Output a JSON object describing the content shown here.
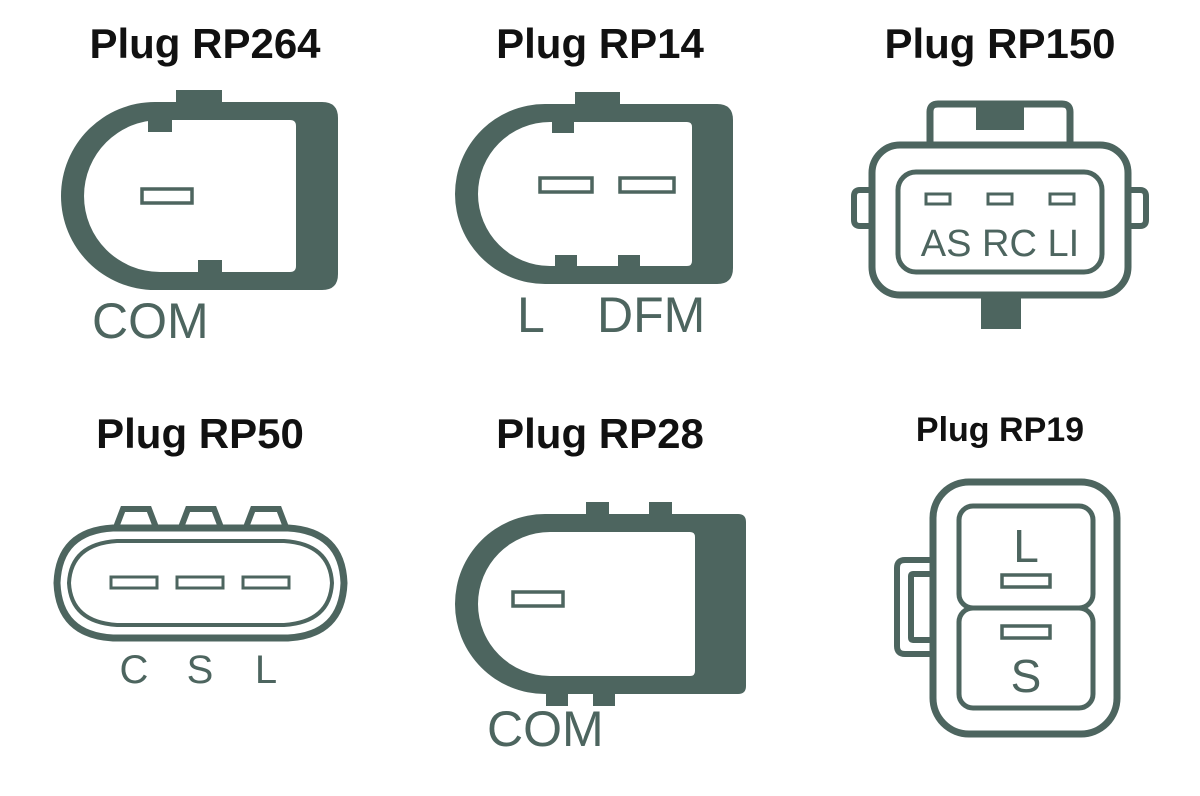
{
  "background_color": "#ffffff",
  "accent_color": "#4d655f",
  "title_color": "#111111",
  "plugs": [
    {
      "title": "Plug RP264",
      "labels": {
        "com": "COM"
      }
    },
    {
      "title": "Plug RP14",
      "labels": {
        "l": "L",
        "dfm": "DFM"
      }
    },
    {
      "title": "Plug RP150",
      "labels": {
        "pins": "AS RC LI"
      }
    },
    {
      "title": "Plug RP50",
      "labels": {
        "c": "C",
        "s": "S",
        "l": "L"
      }
    },
    {
      "title": "Plug RP28",
      "labels": {
        "com": "COM"
      }
    },
    {
      "title": "Plug RP19",
      "labels": {
        "l": "L",
        "s": "S"
      }
    }
  ]
}
